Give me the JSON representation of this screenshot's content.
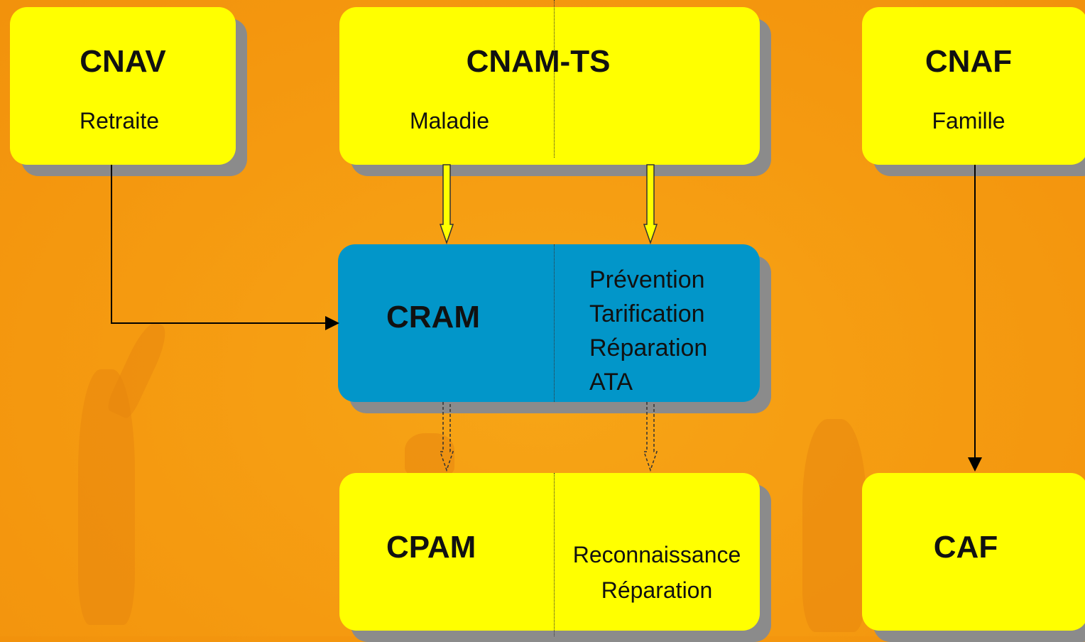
{
  "boxes": {
    "cnav": {
      "title": "CNAV",
      "subtitle": "Retraite"
    },
    "cnamts": {
      "title": "CNAM-TS",
      "subtitle": "Maladie"
    },
    "cnaf": {
      "title": "CNAF",
      "subtitle": "Famille"
    },
    "cram": {
      "title": "CRAM",
      "items": [
        "Prévention",
        "Tarification",
        "Réparation",
        "ATA"
      ]
    },
    "cpam": {
      "title": "CPAM",
      "items": [
        "Reconnaissance",
        "Réparation"
      ]
    },
    "caf": {
      "title": "CAF"
    }
  },
  "colors": {
    "box_yellow": "#ffff00",
    "box_blue": "#0296c9",
    "background": "#f59a10",
    "shadow": "#8b8b8b"
  }
}
